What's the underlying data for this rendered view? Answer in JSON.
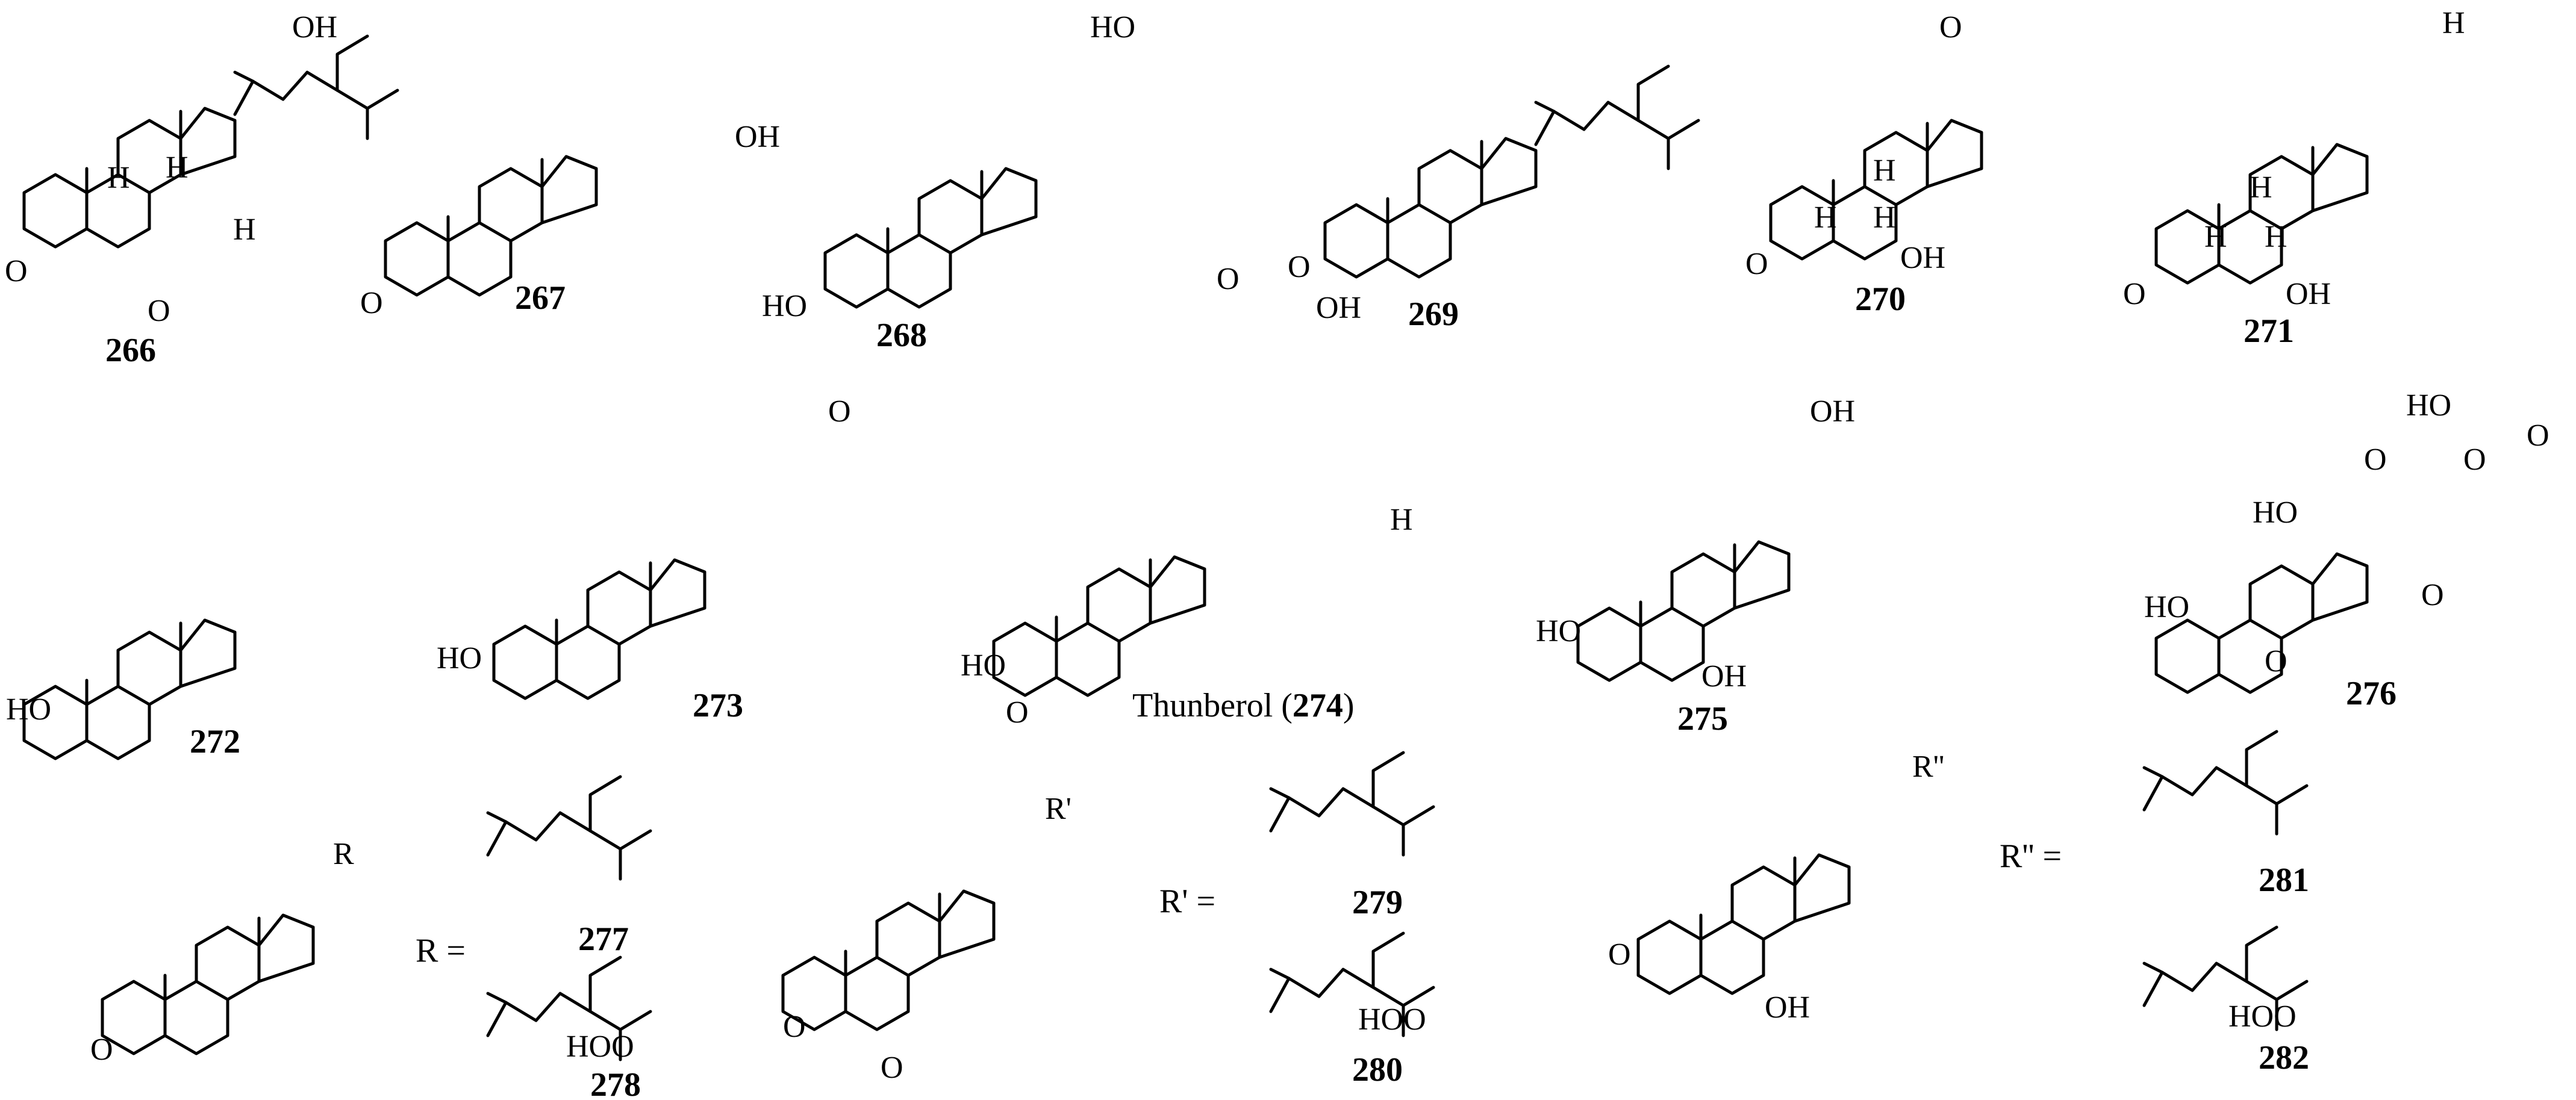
{
  "compounds": [
    {
      "id": "266",
      "label": "266",
      "atoms": [
        "OH",
        "H",
        "H",
        "H",
        "O",
        "O"
      ]
    },
    {
      "id": "267",
      "label": "267",
      "atoms": [
        "OH",
        "O"
      ]
    },
    {
      "id": "268",
      "label": "268",
      "atoms": [
        "HO",
        "HO"
      ]
    },
    {
      "id": "269",
      "label": "269",
      "atoms": [
        "O",
        "O",
        "OH"
      ]
    },
    {
      "id": "270",
      "label": "270",
      "atoms": [
        "O",
        "H",
        "H",
        "H",
        "O",
        "OH"
      ]
    },
    {
      "id": "271",
      "label": "271",
      "atoms": [
        "H",
        "H",
        "H",
        "H",
        "O",
        "OH"
      ]
    },
    {
      "id": "272",
      "label": "272",
      "atoms": [
        "HO"
      ]
    },
    {
      "id": "273",
      "label": "273",
      "atoms": [
        "O",
        "HO"
      ]
    },
    {
      "id": "274",
      "caption_name": "Thunberol (",
      "caption_num": "274",
      "caption_end": ")",
      "atoms": [
        "H",
        "HO",
        "O"
      ]
    },
    {
      "id": "275",
      "label": "275",
      "atoms": [
        "OH",
        "HO",
        "OH"
      ]
    },
    {
      "id": "276",
      "label": "276",
      "atoms": [
        "HO",
        "O",
        "O",
        "O",
        "HO",
        "O",
        "HO",
        "O"
      ]
    },
    {
      "id": "277",
      "label": "277"
    },
    {
      "id": "278",
      "label": "278",
      "atoms": [
        "HOO"
      ]
    },
    {
      "id": "279",
      "label": "279"
    },
    {
      "id": "280",
      "label": "280",
      "atoms": [
        "HOO"
      ]
    },
    {
      "id": "281",
      "label": "281"
    },
    {
      "id": "282",
      "label": "282",
      "atoms": [
        "HOO"
      ]
    }
  ],
  "substituent_labels": {
    "R": "R",
    "R_eq": "R =",
    "Rp": "R'",
    "Rp_eq": "R' =",
    "Rpp": "R''",
    "Rpp_eq": "R'' =",
    "core_R_ketone": "O",
    "core_Rp_ketone1": "O",
    "core_Rp_ketone2": "O",
    "core_Rpp_ketone": "O",
    "core_Rpp_oh": "OH"
  }
}
